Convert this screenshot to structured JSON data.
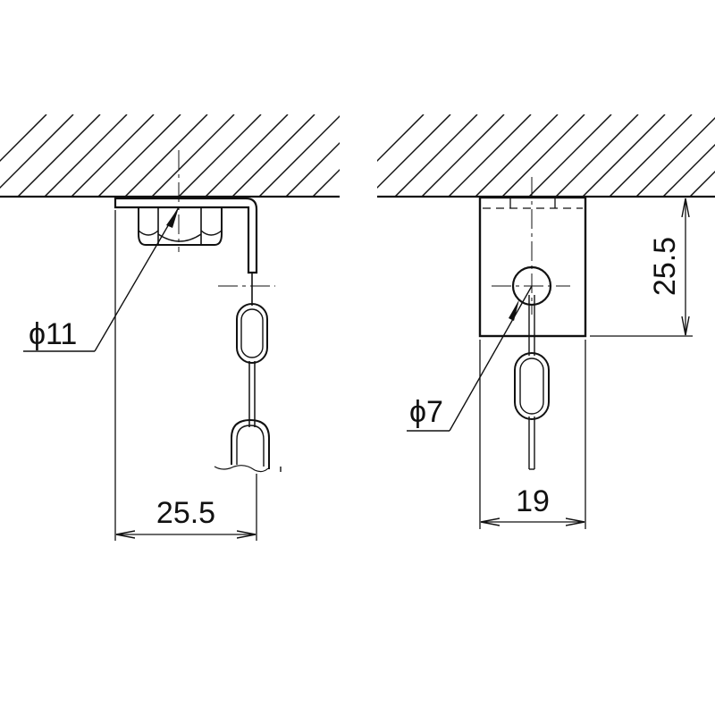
{
  "dimensions": {
    "left_hole_diameter": "ϕ11",
    "left_width": "25.5",
    "right_hole_diameter": "ϕ7",
    "right_height": "25.5",
    "right_width": "19"
  },
  "colors": {
    "line": "#111111",
    "background": "#ffffff"
  }
}
